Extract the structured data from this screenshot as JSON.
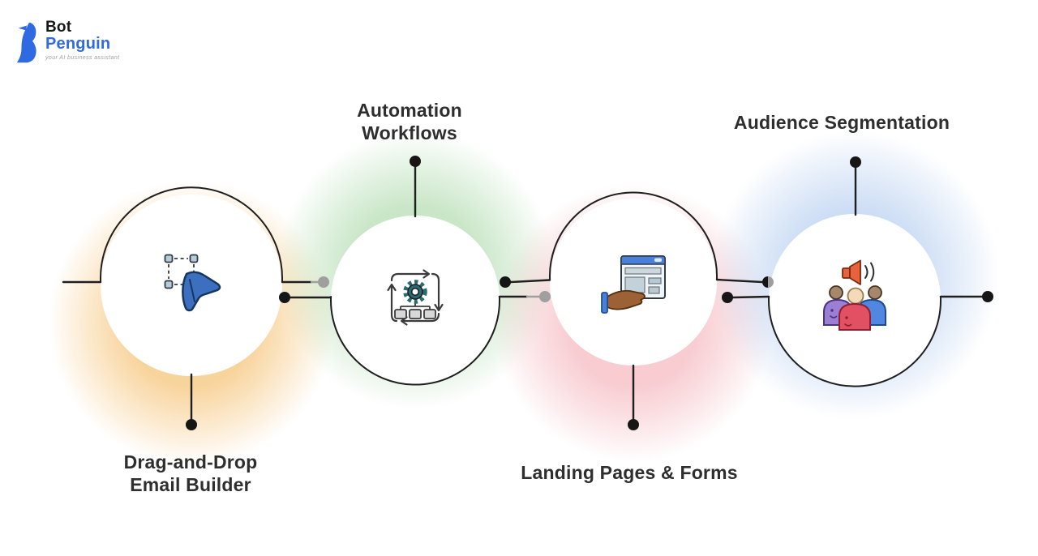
{
  "logo": {
    "brand_top": "Bot",
    "brand_bottom": "Penguin",
    "tagline": "your AI business assistant"
  },
  "features": [
    {
      "id": "drag-drop-email-builder",
      "title_line1": "Drag-and-Drop",
      "title_line2": "Email Builder",
      "icon": "drag-drop-cursor-icon",
      "glow_color": "#f2a93b",
      "label_position": "bottom"
    },
    {
      "id": "automation-workflows",
      "title_line1": "Automation",
      "title_line2": "Workflows",
      "icon": "automation-workflow-icon",
      "glow_color": "#7ec47a",
      "label_position": "top"
    },
    {
      "id": "landing-pages-forms",
      "title_line1": "Landing Pages & Forms",
      "icon": "landing-page-form-icon",
      "glow_color": "#ef8d98",
      "label_position": "bottom"
    },
    {
      "id": "audience-segmentation",
      "title_line1": "Audience Segmentation",
      "icon": "audience-segmentation-icon",
      "glow_color": "#8fb4e8",
      "label_position": "top"
    }
  ],
  "colors": {
    "background": "#ffffff",
    "line": "#1f1f1f",
    "dot_black": "#161616",
    "dot_gray": "#9f9f9f",
    "text": "#2e2e2e",
    "brand_blue": "#2f6ae0",
    "brand_black": "#17181c",
    "tagline_gray": "#9aa0a6"
  }
}
